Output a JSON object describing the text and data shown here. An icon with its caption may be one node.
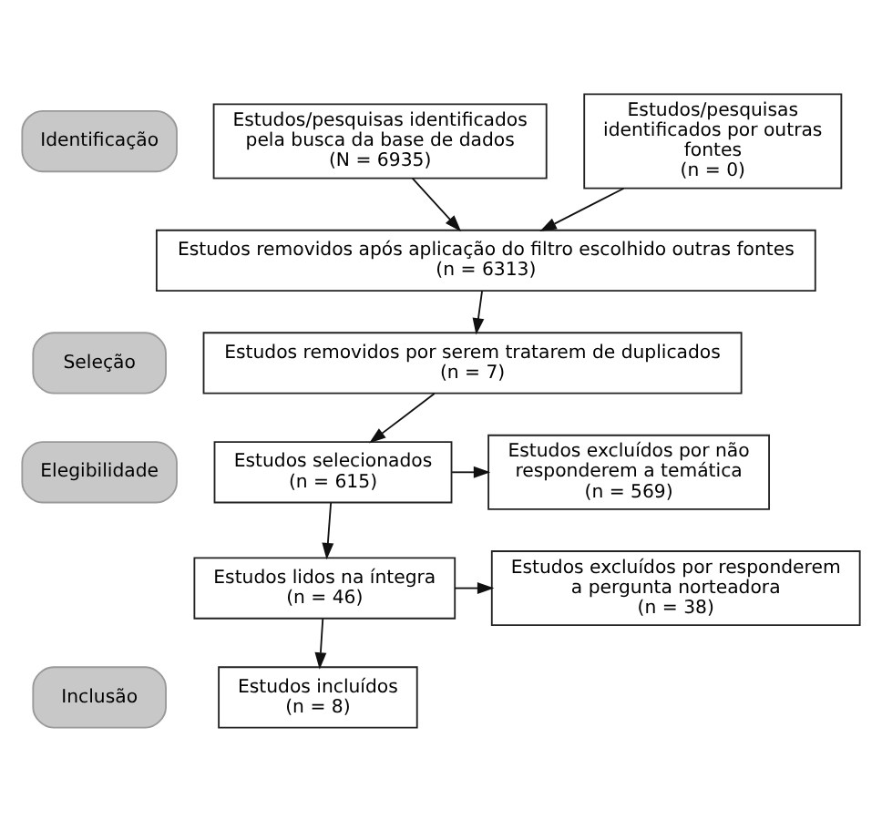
{
  "diagram": {
    "nodes": [
      {
        "text": [
          "Identificação"
        ]
      },
      {
        "text": [
          "Seleção"
        ]
      },
      {
        "text": [
          "Elegibilidade"
        ]
      },
      {
        "text": [
          "Inclusão"
        ]
      },
      {
        "text": [
          "Estudos/pesquisas identificados pela busca da base de dados",
          "(N = 6935)"
        ]
      },
      {
        "text": [
          "Estudos/pesquisas identificados por outras fontes",
          "(n = 0)"
        ]
      },
      {
        "text": [
          "Estudos removidos após aplicação do filtro escolhido outras fontes",
          "(n = 6313)"
        ]
      },
      {
        "text": [
          "Estudos removidos por serem tratarem de duplicados",
          "(n = 7)"
        ]
      },
      {
        "text": [
          "Estudos selecionados",
          "(n = 615)"
        ]
      },
      {
        "text": [
          "Estudos excluídos por não responderem a temática",
          "(n = 569)"
        ]
      },
      {
        "text": [
          "Estudos lidos na íntegra",
          "(n = 46)"
        ]
      },
      {
        "text": [
          "Estudos excluídos por responderem a pergunta norteadora",
          "(n = 38)"
        ]
      },
      {
        "text": [
          "Estudos incluídos",
          "(n = 8)"
        ]
      }
    ],
    "edges": [
      {
        "from": 4,
        "to": 6,
        "arrow": "to"
      },
      {
        "from": 5,
        "to": 6,
        "arrow": "to"
      },
      {
        "from": 6,
        "to": 7,
        "arrow": "to"
      },
      {
        "from": 7,
        "to": 8,
        "arrow": "to"
      },
      {
        "from": 8,
        "to": 9,
        "arrow": "to"
      },
      {
        "from": 8,
        "to": 10,
        "arrow": "to"
      },
      {
        "from": 10,
        "to": 11,
        "arrow": "to"
      },
      {
        "from": 10,
        "to": 12,
        "arrow": "to"
      }
    ]
  }
}
